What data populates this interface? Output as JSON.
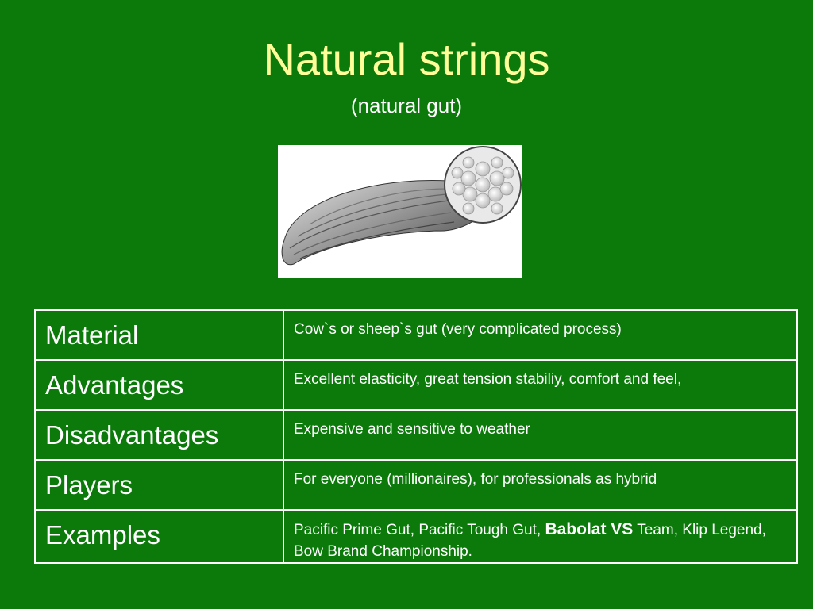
{
  "slide": {
    "title": "Natural strings",
    "subtitle": "(natural gut)"
  },
  "image": {
    "icon": "gut-string-illustration"
  },
  "table": {
    "rows": [
      {
        "label": "Material",
        "value": "Cow`s or sheep`s gut (very complicated process)"
      },
      {
        "label": "Advantages",
        "value": "Excellent elasticity, great tension stabiliy, comfort and feel,"
      },
      {
        "label": "Disadvantages",
        "value": "Expensive and sensitive to weather"
      },
      {
        "label": "Players",
        "value": "For everyone (millionaires), for professionals as hybrid"
      },
      {
        "label": "Examples",
        "value_parts": {
          "before": "Pacific Prime Gut, Pacific Tough Gut, ",
          "bold": "Babolat VS",
          "after": " Team, Klip Legend, Bow Brand Championship."
        }
      }
    ]
  },
  "colors": {
    "background": "#0b7a0b",
    "title": "#ffff99",
    "text": "#ffffff"
  }
}
